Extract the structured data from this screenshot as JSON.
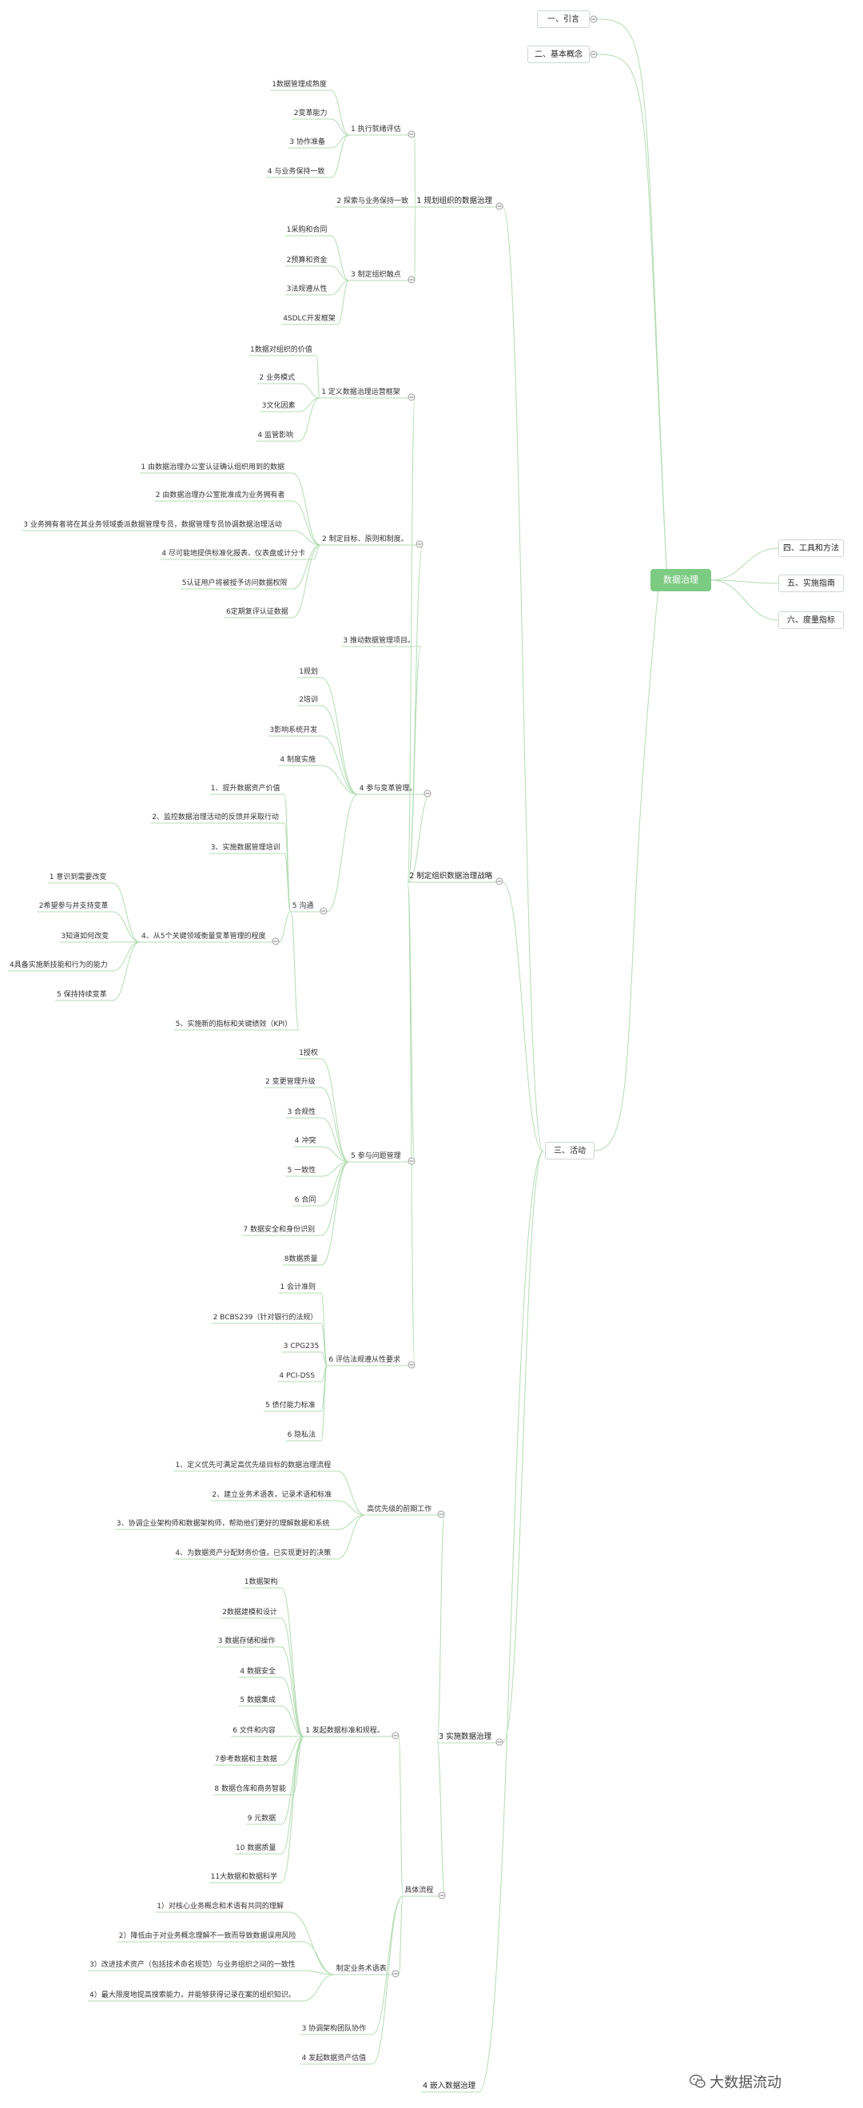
{
  "root": "数据治理",
  "watermark": "大数据流动",
  "sections": {
    "intro": "一、引言",
    "basic": "二、基本概念",
    "activity": "三、活动",
    "tools": "四、工具和方法",
    "guide": "五、实施指南",
    "metrics": "六、度量指标"
  },
  "a1": {
    "label": "1 规划组织的数据治理",
    "c1": "1 执行就绪评估",
    "c1a": "1数据管理成熟度",
    "c1b": "2变革能力",
    "c1c": "3 协作准备",
    "c1d": "4 与业务保持一致",
    "c2": "2 探索与业务保持一致",
    "c3": "3 制定组织触点",
    "c3a": "1采购和合同",
    "c3b": "2预算和资金",
    "c3c": "3法规遵从性",
    "c3d": "4SDLC开发框架"
  },
  "a2": {
    "label": "2 制定组织数据治理战略",
    "b1": "1 定义数据治理运营框架",
    "b1a": "1数据对组织的价值",
    "b1b": "2 业务模式",
    "b1c": "3文化因素",
    "b1d": "4 监管影响",
    "b2": "2 制定目标、原则和制度。",
    "b2a": "1 由数据治理办公室认证确认组织用到的数据",
    "b2b": "2 由数据治理办公室批准成为业务拥有者",
    "b2c": "3 业务拥有者将在其业务领域委派数据管理专员，数据管理专员协调数据治理活动",
    "b2d": "4 尽可能地提供标准化报表、仪表盘或计分卡",
    "b2e": "5认证用户将被授予访问数据权限",
    "b2f": "6定期复评认证数据",
    "b3": "3 推动数据管理项目。",
    "b4": "4 参与变革管理。",
    "b4a": "1规划",
    "b4b": "2培训",
    "b4c": "3影响系统开发",
    "b4d": "4 制度实施",
    "b4e": "5 沟通",
    "b4e1": "1、提升数据资产价值",
    "b4e2": "2、监控数据治理活动的反馈并采取行动",
    "b4e3": "3、实施数据管理培训",
    "b4e4": "4、从5个关键领域衡量变革管理的程度",
    "b4e4a": "1 意识到需要改变",
    "b4e4b": "2希望参与并支持变革",
    "b4e4c": "3知道如何改变",
    "b4e4d": "4具备实施新技能和行为的能力",
    "b4e4e": "5 保持持续变革",
    "b4e5": "5、实施新的指标和关键绩效（KPI）",
    "b5": "5 参与问题管理",
    "b5a": "1授权",
    "b5b": "2 变更管理升级",
    "b5c": "3 合规性",
    "b5d": "4 冲突",
    "b5e": "5 一致性",
    "b5f": "6 合同",
    "b5g": "7 数据安全和身份识别",
    "b5h": "8数据质量",
    "b6": "6 评估法规遵从性要求",
    "b6a": "1 会计准则",
    "b6b": "2 BCBS239（针对银行的法规）",
    "b6c": "3 CPG235",
    "b6d": "4 PCI-DSS",
    "b6e": "5 债付能力标准",
    "b6f": "6 隐私法"
  },
  "a3": {
    "label": "3 实施数据治理",
    "p": "高优先级的前期工作",
    "p1": "1、定义优先可满足高优先级目标的数据治理流程",
    "p2": "2、建立业务术语表，记录术语和标准",
    "p3": "3、协调企业架构师和数据架构师，帮助他们更好的理解数据和系统",
    "p4": "4、为数据资产分配财务价值，已实现更好的决策",
    "q": "具体流程",
    "q1": "1 发起数据标准和规程。",
    "q1a": "1数据架构",
    "q1b": "2数据建模和设计",
    "q1c": "3 数据存储和操作",
    "q1d": "4 数据安全",
    "q1e": "5 数据集成",
    "q1f": "6 文件和内容",
    "q1g": "7参考数据和主数据",
    "q1h": "8 数据仓库和商务智能",
    "q1i": "9 元数据",
    "q1j": "10 数据质量",
    "q1k": "11大数据和数据科学",
    "q2": "制定业务术语表",
    "q2a": "1）对核心业务概念和术语有共同的理解",
    "q2b": "2）降低由于对业务概念理解不一致而导致数据误用风险",
    "q2c": "3）改进技术资产（包括技术命名规范）与业务组织之间的一致性",
    "q2d": "4）最大限度地提高搜索能力，并能够获得记录在案的组织知识。",
    "q3": "3 协调架构团队协作",
    "q4": "4 发起数据资产估值"
  },
  "a4": {
    "label": "4 嵌入数据治理"
  }
}
